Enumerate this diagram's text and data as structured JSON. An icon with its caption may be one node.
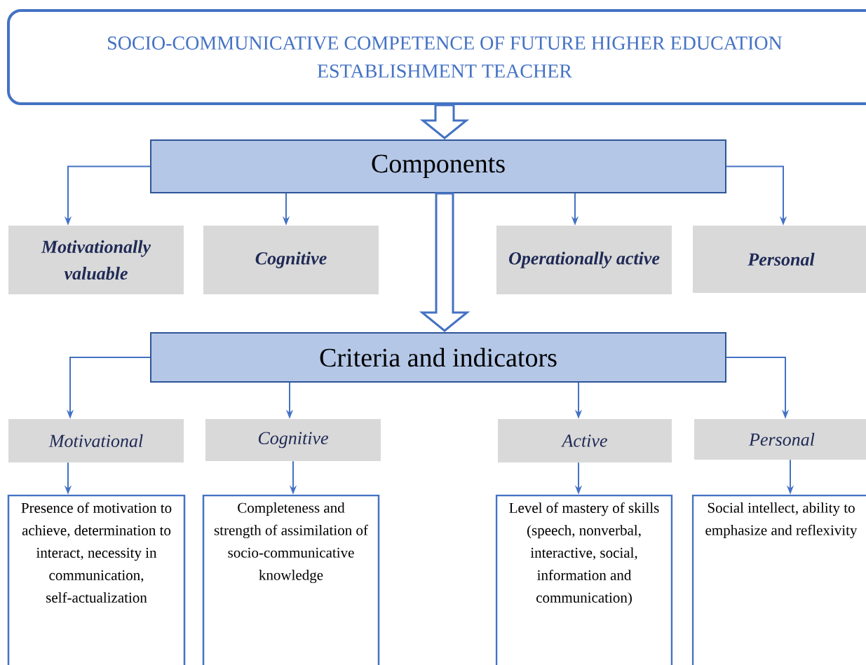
{
  "diagram": {
    "nodes": [
      {
        "text": [
          "SOCIO-COMMUNICATIVE COMPETENCE OF FUTURE HIGHER EDUCATION ESTABLISHMENT TEACHER"
        ]
      },
      {
        "text": [
          "Components"
        ]
      },
      {
        "text": [
          "Motivationally valuable"
        ]
      },
      {
        "text": [
          "Cognitive"
        ]
      },
      {
        "text": [
          "Operationally active"
        ]
      },
      {
        "text": [
          "Personal"
        ]
      },
      {
        "text": [
          "Criteria and indicators"
        ]
      },
      {
        "text": [
          "Motivational"
        ]
      },
      {
        "text": [
          "Cognitive"
        ]
      },
      {
        "text": [
          "Active"
        ]
      },
      {
        "text": [
          "Personal"
        ]
      },
      {
        "text": [
          "Presence of motivation to achieve, determination to interact, necessity in communication, self-actualization"
        ]
      },
      {
        "text": [
          "Completeness and strength of assimilation of socio-communicative knowledge"
        ]
      },
      {
        "text": [
          "Level of mastery of skills (speech, nonverbal, interactive, social, information and communication)"
        ]
      },
      {
        "text": [
          "Social intellect, ability to emphasize and reflexivity"
        ]
      }
    ],
    "edges": [
      {
        "from": 0,
        "to": 1,
        "arrow": "to",
        "style": "thick"
      },
      {
        "from": 1,
        "to": 2,
        "arrow": "to"
      },
      {
        "from": 1,
        "to": 3,
        "arrow": "to"
      },
      {
        "from": 1,
        "to": 4,
        "arrow": "to"
      },
      {
        "from": 1,
        "to": 5,
        "arrow": "to"
      },
      {
        "from": 1,
        "to": 6,
        "arrow": "to",
        "style": "thick"
      },
      {
        "from": 6,
        "to": 7,
        "arrow": "to"
      },
      {
        "from": 6,
        "to": 8,
        "arrow": "to"
      },
      {
        "from": 6,
        "to": 9,
        "arrow": "to"
      },
      {
        "from": 6,
        "to": 10,
        "arrow": "to"
      },
      {
        "from": 7,
        "to": 11,
        "arrow": "to"
      },
      {
        "from": 8,
        "to": 12,
        "arrow": "to"
      },
      {
        "from": 9,
        "to": 13,
        "arrow": "to"
      },
      {
        "from": 10,
        "to": 14,
        "arrow": "to"
      }
    ]
  }
}
